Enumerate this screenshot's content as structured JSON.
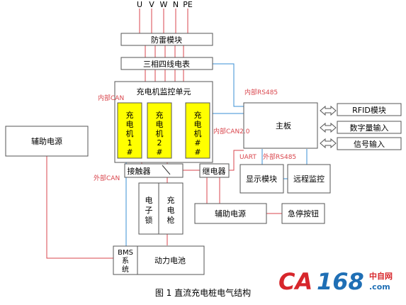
{
  "inputs": [
    "U",
    "V",
    "W",
    "N",
    "PE"
  ],
  "blocks": {
    "surge": "防雷模块",
    "meter": "三相四线电表",
    "monitor_unit": "充电机监控单元",
    "charger1": [
      "充",
      "电",
      "机",
      "1",
      "#"
    ],
    "charger2": [
      "充",
      "电",
      "机",
      "2",
      "#"
    ],
    "charger3": [
      "充",
      "电",
      "机",
      "#",
      "#"
    ],
    "aux_left": "辅助电源",
    "mainboard": "主板",
    "rfid": "RFID模块",
    "digital_in": "数字量输入",
    "signal_in": "信号输入",
    "display": "显示模块",
    "remote": "远程监控",
    "contactor": "接触器",
    "relay": "继电器",
    "elock": [
      "电",
      "子",
      "锁"
    ],
    "gun": [
      "充",
      "电",
      "枪"
    ],
    "aux_mid": "辅助电源",
    "estop": "急停按钮",
    "bms": [
      "BMS",
      "系",
      "统"
    ],
    "battery": "动力电池"
  },
  "labels": {
    "can_internal": "内部CAN",
    "rs485_internal": "内部RS485",
    "can2_internal": "内部CAN2.0",
    "uart": "UART",
    "rs485_internal2": "外部RS485",
    "can_external": "外部CAN"
  },
  "caption": "图 1 直流充电桩电气结构",
  "logo": {
    "brand": "CA168",
    "dotcom": ".com",
    "cn": "中自网",
    "red": "#d7262b",
    "blue": "#1f6fb5"
  },
  "colors": {
    "power_line": "#d9464d",
    "comm_line": "#3a8fd6",
    "charger_fill": "#ffff00"
  }
}
